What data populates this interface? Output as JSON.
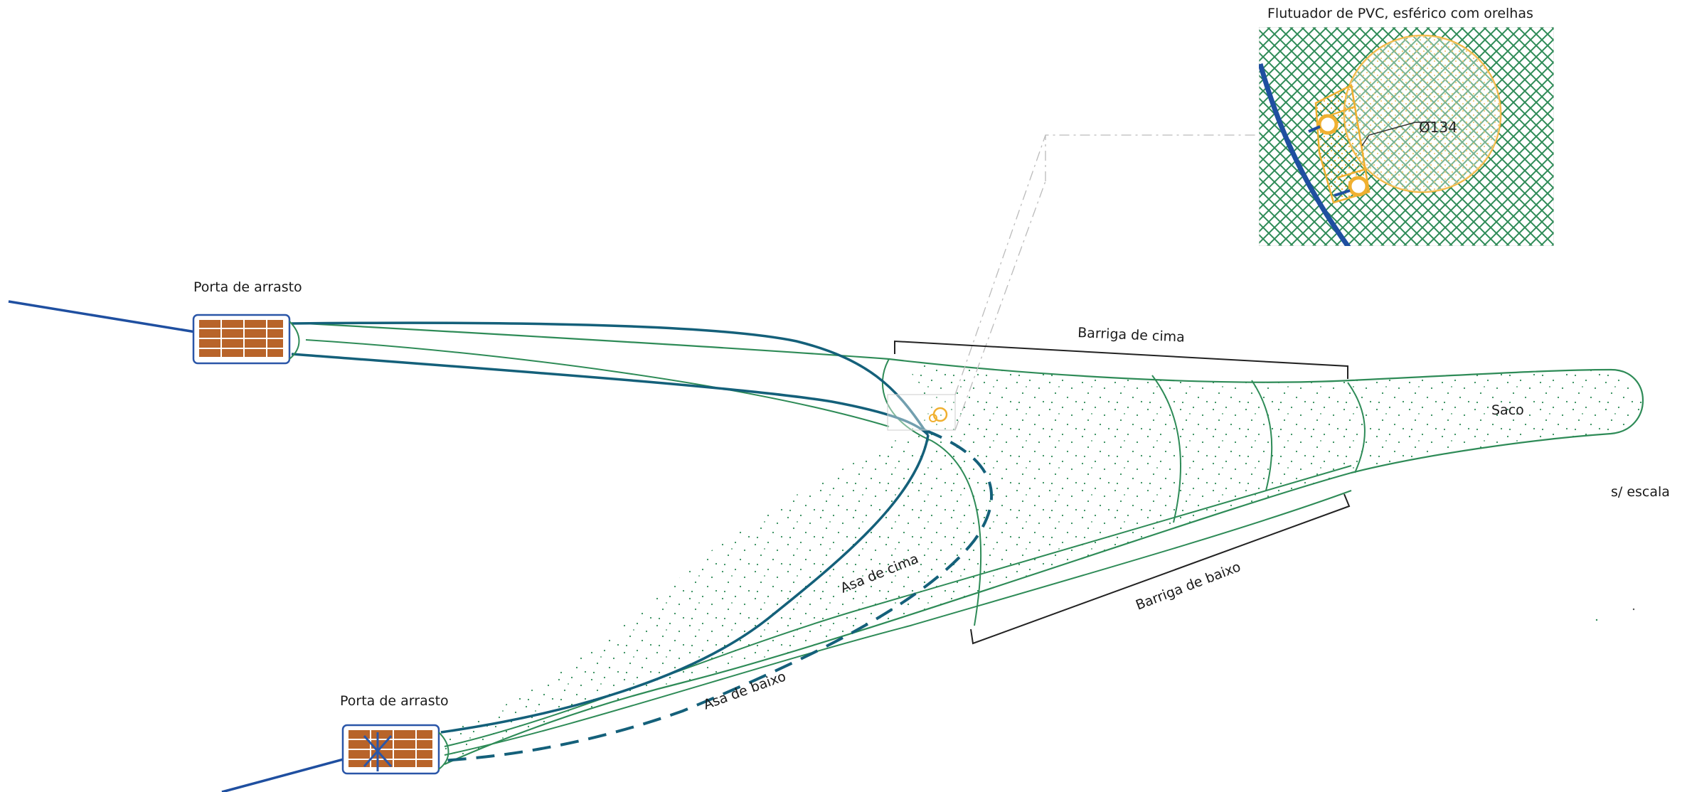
{
  "labels": {
    "door_top": "Porta de arrasto",
    "door_bottom": "Porta de arrasto",
    "belly_top": "Barriga de cima",
    "belly_bottom": "Barriga de baixo",
    "wing_top": "Asa de cima",
    "wing_bottom": "Asa de baixo",
    "codend": "Saco",
    "scale_note": "s/ escala"
  },
  "detail": {
    "title": "Flutuador de PVC, esférico com orelhas",
    "diameter_label": "Ø134"
  },
  "colors": {
    "warp_line": "#1f4fa0",
    "headline": "#14607a",
    "net_outline": "#2e8b57",
    "netting_fill": "#2e8b57",
    "float": "#f0b030",
    "door_wood": "#b8642a",
    "door_frame": "#2a56a8",
    "bracket": "#222222"
  }
}
